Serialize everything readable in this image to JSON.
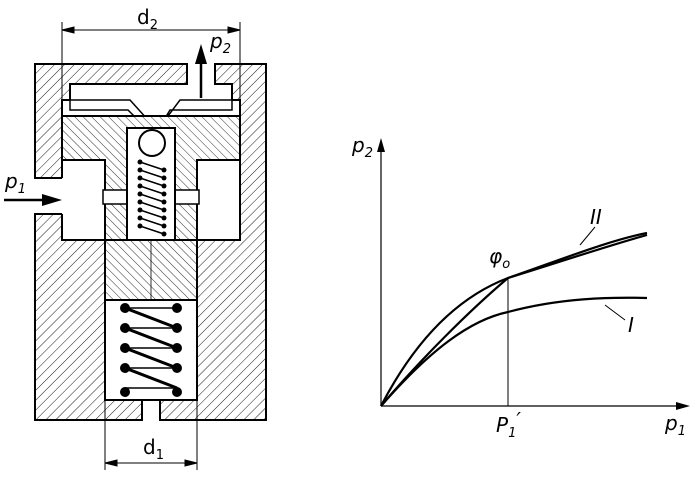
{
  "valve": {
    "d2": "d",
    "d2_sub": "2",
    "d1": "d",
    "d1_sub": "1",
    "p2": "p",
    "p2_sub": "2",
    "p1": "p",
    "p1_sub": "1"
  },
  "graph": {
    "y_axis": "p",
    "y_axis_sub": "2",
    "x_axis": "p",
    "x_axis_sub": "1",
    "point": "φ",
    "point_sub": "o",
    "xmark": "P",
    "xmark_sub": "1",
    "xmark_prime": "′",
    "curve_II": "II",
    "curve_I": "I"
  }
}
